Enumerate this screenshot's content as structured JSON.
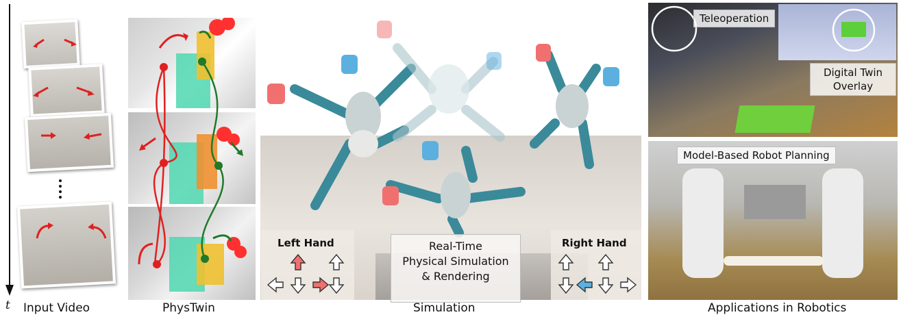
{
  "columns": {
    "input_video": "Input Video",
    "phystwin": "PhysTwin",
    "simulation": "Simulation",
    "applications": "Applications in Robotics"
  },
  "time_axis_label": "t",
  "simulation": {
    "left_hand": "Left Hand",
    "right_hand": "Right Hand",
    "center_box_line1": "Real-Time",
    "center_box_line2": "Physical Simulation",
    "center_box_line3": "& Rendering"
  },
  "robotics": {
    "teleoperation": "Teleoperation",
    "digital_twin_line1": "Digital Twin",
    "digital_twin_line2": "Overlay",
    "planning": "Model-Based Robot Planning"
  },
  "colors": {
    "left_arrow_active": "#f07070",
    "right_arrow_active": "#5bb0e0",
    "trajectory_red": "#e02020",
    "trajectory_green": "#1f7a2a"
  }
}
